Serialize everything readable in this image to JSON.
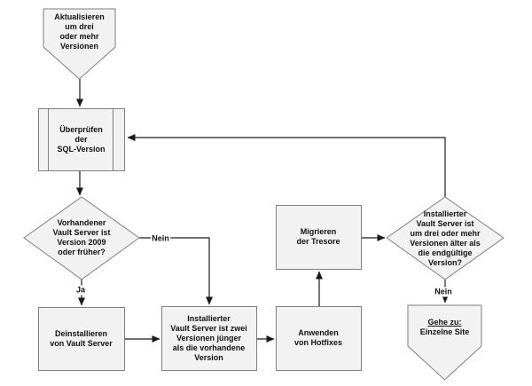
{
  "colors": {
    "shape_fill": "#f2f2f2",
    "shape_border": "#7f7f7f",
    "arrow": "#1a1a1a",
    "text": "#111111",
    "background": "#ffffff"
  },
  "nodes": {
    "start": {
      "label": "Aktualisieren\num drei\noder mehr\nVersionen"
    },
    "check_sql": {
      "label": "Überprüfen\nder\nSQL-Version"
    },
    "decision_2009": {
      "label": "Vorhandener\nVault Server ist\nVersion 2009\noder früher?"
    },
    "uninstall": {
      "label": "Deinstallieren\nvon Vault Server"
    },
    "install_two_newer": {
      "label": "Installierter\nVault Server ist zwei\nVersionen jünger\nals die vorhandene\nVersion"
    },
    "apply_hotfixes": {
      "label": "Anwenden\nvon Hotfixes"
    },
    "migrate_vaults": {
      "label": "Migrieren\nder Tresore"
    },
    "decision_three_older": {
      "label": "Installierter\nVault Server ist\num drei oder mehr\nVersionen älter als\ndie endgültige\nVersion?"
    },
    "goto_single_site": {
      "goto_label": "Gehe zu:",
      "target_label": "Einzelne Site"
    }
  },
  "edge_labels": {
    "decision_2009_no": "Nein",
    "decision_2009_yes": "Ja",
    "decision_three_older_no": "Nein"
  }
}
